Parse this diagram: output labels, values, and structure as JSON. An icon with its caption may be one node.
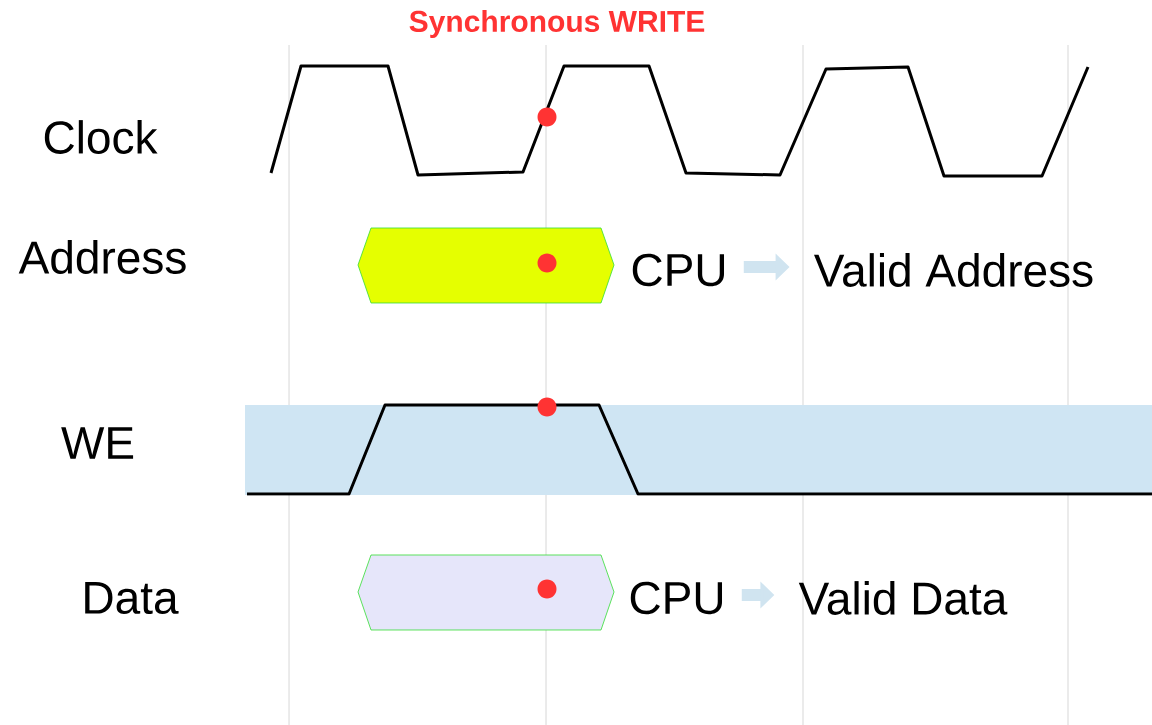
{
  "diagram": {
    "title": "Synchronous WRITE",
    "nodes": [
      {
        "text": [
          "CPU"
        ]
      },
      {
        "text": [
          "Valid Address"
        ]
      },
      {
        "text": [
          "CPU"
        ]
      },
      {
        "text": [
          "Valid Data"
        ]
      }
    ],
    "edges": [
      {
        "from": 0,
        "to": 1,
        "arrow": "to"
      },
      {
        "from": 2,
        "to": 3,
        "arrow": "to"
      }
    ],
    "labels": [
      "Clock",
      "Address",
      "WE",
      "Data"
    ]
  }
}
